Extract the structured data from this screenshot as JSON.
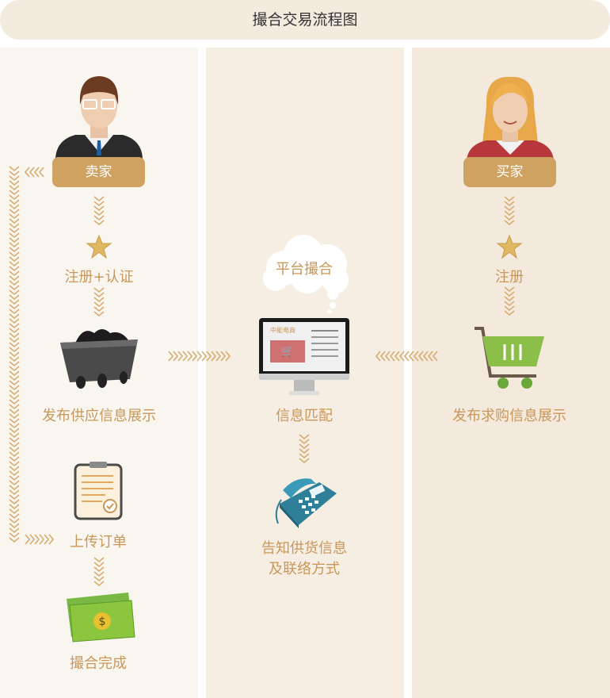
{
  "title": "撮合交易流程图",
  "seller": {
    "badge": "卖家",
    "steps": [
      "注册+认证",
      "发布供应信息展示",
      "上传订单",
      "撮合完成"
    ]
  },
  "platform": {
    "cloud": "平台撮合",
    "monitor_brand": "中能电商",
    "steps": [
      "信息匹配",
      "告知供货信息",
      "及联络方式"
    ]
  },
  "buyer": {
    "badge": "买家",
    "steps": [
      "注册",
      "发布求购信息展示"
    ]
  },
  "colors": {
    "text": "#c9975a",
    "badge": "#cfa262",
    "col_left": "#f9f6f0",
    "col_mid": "#f6eee3",
    "col_right": "#f3e9dc"
  }
}
